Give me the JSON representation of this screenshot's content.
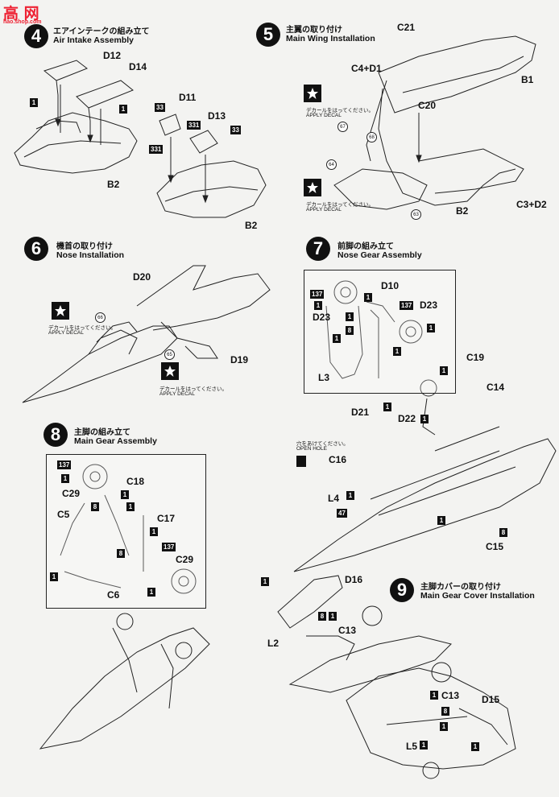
{
  "watermark": {
    "main": "高 网",
    "sub": "hao.shop.com"
  },
  "steps": [
    {
      "number": "4",
      "title_jp": "エアインテークの組み立て",
      "title_en": "Air Intake Assembly"
    },
    {
      "number": "5",
      "title_jp": "主翼の取り付け",
      "title_en": "Main Wing Installation"
    },
    {
      "number": "6",
      "title_jp": "機首の取り付け",
      "title_en": "Nose Installation"
    },
    {
      "number": "7",
      "title_jp": "前脚の組み立て",
      "title_en": "Nose Gear Assembly"
    },
    {
      "number": "8",
      "title_jp": "主脚の組み立て",
      "title_en": "Main Gear Assembly"
    },
    {
      "number": "9",
      "title_jp": "主脚カバーの取り付け",
      "title_en": "Main Gear Cover Installation"
    }
  ],
  "apply_decal": {
    "jp": "デカールをはってください。",
    "en": "APPLY DECAL"
  },
  "open_hole": {
    "jp": "穴をあけてください。",
    "en": "OPEN HOLE"
  },
  "qty": "1",
  "qty8": "8",
  "parts": {
    "d12": "D12",
    "d14": "D14",
    "b2": "B2",
    "d11": "D11",
    "d13": "D13",
    "c21": "C21",
    "c4d1": "C4+D1",
    "b1": "B1",
    "c20": "C20",
    "c3d2": "C3+D2",
    "d20": "D20",
    "d19": "D19",
    "d10": "D10",
    "d23": "D23",
    "l3": "L3",
    "c19": "C19",
    "c14": "C14",
    "d21": "D21",
    "d22": "D22",
    "c16": "C16",
    "l4": "L4",
    "c15": "C15",
    "c29": "C29",
    "c18": "C18",
    "c5": "C5",
    "c17": "C17",
    "c6": "C6",
    "d16": "D16",
    "l2": "L2",
    "c13": "C13",
    "d15": "D15",
    "l5": "L5"
  },
  "color_nums": {
    "n33": "33",
    "n331": "331",
    "n137": "137",
    "n47": "47"
  },
  "decal_nums": {
    "n67": "67",
    "n68": "68",
    "n64": "64",
    "n63": "63",
    "n66": "66",
    "n65": "65"
  }
}
